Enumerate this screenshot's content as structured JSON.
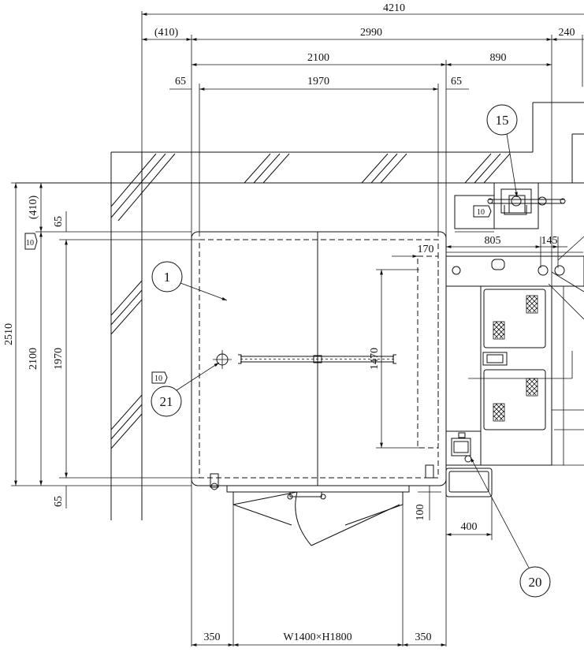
{
  "dimensions": {
    "top": {
      "overall": "4210",
      "left_offset": "(410)",
      "span": "2990",
      "right_offset": "240",
      "room_width": "2100",
      "right_zone": "890",
      "inner_width": "1970",
      "wall_left": "65",
      "wall_right": "65"
    },
    "left": {
      "overall": "2510",
      "offset": "(410)",
      "room_depth": "2100",
      "inner_depth": "1970",
      "wall_top": "65",
      "wall_bottom": "65"
    },
    "right": {
      "gap": "170",
      "unit_depth": "805",
      "unit_offset": "145",
      "span_1470": "1470",
      "step_100": "100",
      "step_400": "400"
    },
    "bottom": {
      "left": "350",
      "door": "W1400×H1800",
      "right": "350"
    }
  },
  "callouts": {
    "c1": "1",
    "c15": "15",
    "c20": "20",
    "c21": "21"
  },
  "tags": {
    "t1": "10",
    "t2": "10",
    "t3": "10"
  }
}
